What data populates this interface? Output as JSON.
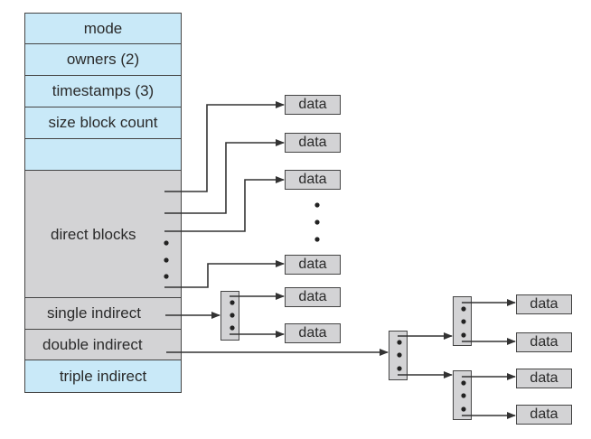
{
  "inode": {
    "fields": [
      {
        "label": "mode"
      },
      {
        "label": "owners (2)"
      },
      {
        "label": "timestamps (3)"
      },
      {
        "label": "size block count"
      },
      {
        "label": ""
      },
      {
        "label": "direct blocks"
      },
      {
        "label": "single indirect"
      },
      {
        "label": "double indirect"
      },
      {
        "label": "triple indirect"
      }
    ]
  },
  "data_label": "data",
  "colors": {
    "inode_blue": "#c9e9f8",
    "block_gray": "#d3d3d5",
    "stroke": "#333333"
  }
}
